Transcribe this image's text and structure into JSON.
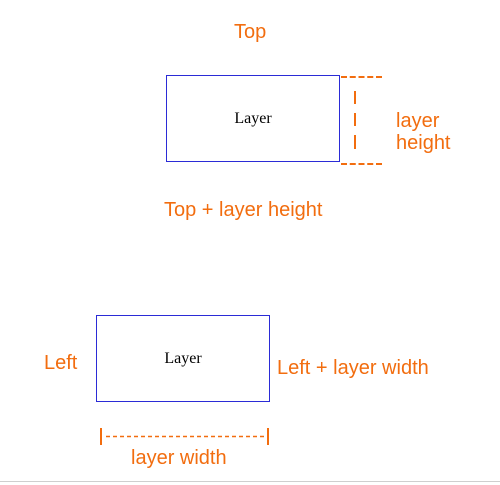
{
  "colors": {
    "annotation": "#f26d0f",
    "layer_border": "#2b2bd6",
    "layer_text": "#000000",
    "background": "#ffffff"
  },
  "top_diagram": {
    "top_label": "Top",
    "layer_label": "Layer",
    "height_label_line1": "layer",
    "height_label_line2": "height",
    "bottom_label": "Top + layer height"
  },
  "bottom_diagram": {
    "left_label": "Left",
    "layer_label": "Layer",
    "right_label": "Left + layer width",
    "width_label": "layer width"
  }
}
